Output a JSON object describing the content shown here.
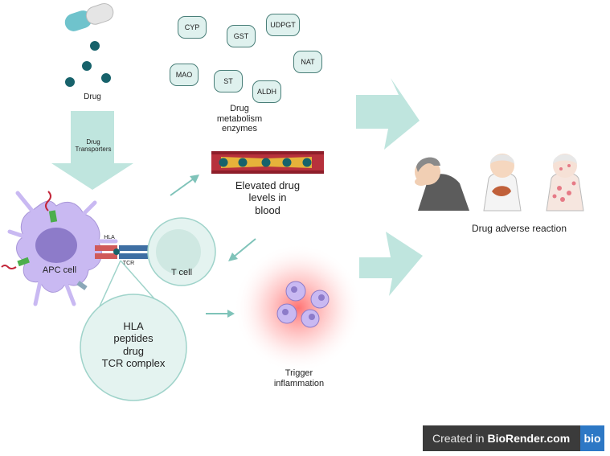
{
  "drug_label": "Drug",
  "transporters_label": "Drug\nTransporters",
  "enzymes": [
    "CYP",
    "GST",
    "UDPGT",
    "MAO",
    "ST",
    "NAT",
    "ALDH"
  ],
  "enzymes_label": "Drug\nmetabolism\nenzymes",
  "blood_label": "Elevated drug\nlevels in\nblood",
  "apc_label": "APC cell",
  "hla_label": "HLA",
  "tcr_label": "TCR",
  "tcell_label": "T cell",
  "complex_label": "HLA\npeptides\ndrug\nTCR complex",
  "inflammation_label": "Trigger\ninflammation",
  "adverse_label": "Drug adverse reaction",
  "badge": {
    "prefix": "Created in ",
    "brand": "BioRender.com",
    "logo": "bio"
  },
  "colors": {
    "teal": "#17626b",
    "arrow": "#bfe5de",
    "apc": "#c9b9f2",
    "vessel": "#8e1e2a"
  }
}
